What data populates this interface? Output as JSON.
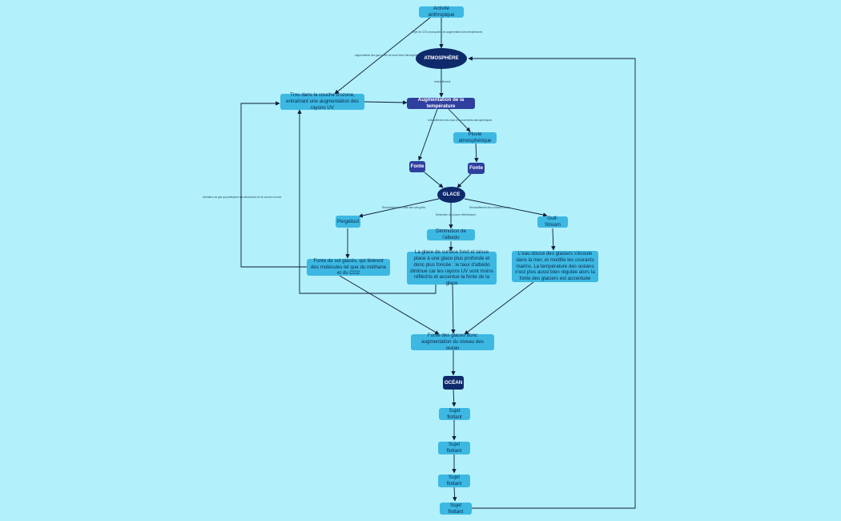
{
  "nodes": {
    "activite": "Activité anthropique",
    "atmosphere": "ATMOSPHÈRE",
    "trou": "Trou dans la couche d'ozone, entraînant une augmentation des rayons UV",
    "augmentation": "Augmentation de la température",
    "pluie": "Pluvie atmosphérique",
    "fonte1": "Fonte",
    "fonte2": "Fonte",
    "glace": "GLACE",
    "pergelisol": "Pergélisol",
    "albedo": "Diminution de l'albedo",
    "gulf": "Gulf-Stream",
    "fonte_sol": "Fonte de sol glacés, qui libèrent des molécules tel que du méthane et du CO2",
    "glace_surface": "La glace de surface fond et laisse place à une glace plus profonde et donc plus foncée : le taux d'albédo diminue car les rayons UV sont moins réfléchis et accentue la fonte de la glace",
    "eau_douce": "L'eau douce des glaciers s'écoule dans la mer, et modifie les courants marins. La température des océans n'est plus aussi bien régulée alors la fonte des glaciers est accentuée",
    "fonte_glaces": "Fonte des glaces donc augmentation du niveau des océan",
    "ocean": "OCÉAN",
    "sujet1": "Sujet flottant",
    "sujet2": "Sujet flottant",
    "sujet3": "Sujet flottant",
    "sujet4": "Sujet flottant"
  },
  "edge_labels": {
    "e1": "Rejet de CO2 provoquant une augmentation des températures",
    "e2": "augmentation des gaz à effet de serre dans l'atmosphère",
    "e3": "réchauffement",
    "e4": "réchauffement des eaux et mouvements atmosphériques",
    "e5": "Libération de gaz qui participent à la destruction de la couche d'ozone",
    "e6": "Réchauffement et fonte des sols gelés",
    "e7": "Diminution du pouvoir réfléchissant",
    "e8": "Réchauffement des courants marins"
  },
  "colors": {
    "background": "#b2f0fb",
    "light_node": "#3cb8e3",
    "mid_node": "#2f3f9e",
    "dark_node": "#0f2a6b",
    "edge": "#0b1a3a"
  }
}
